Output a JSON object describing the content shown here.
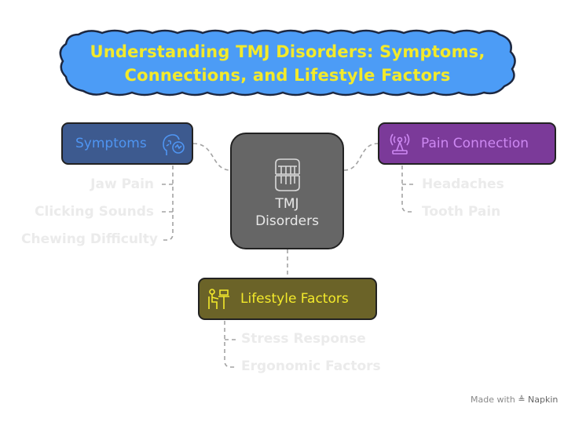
{
  "title": {
    "line1": "Understanding TMJ Disorders: Symptoms,",
    "line2": "Connections, and Lifestyle Factors"
  },
  "center": {
    "line1": "TMJ",
    "line2": "Disorders",
    "icon": "teeth-icon"
  },
  "branches": {
    "symptoms": {
      "label": "Symptoms",
      "icon": "head-pain-icon",
      "color": "#3d5a8f",
      "items": [
        "Jaw Pain",
        "Clicking Sounds",
        "Chewing Difficulty"
      ]
    },
    "pain": {
      "label": "Pain Connection",
      "icon": "signal-tower-icon",
      "color": "#7b3a99",
      "items": [
        "Headaches",
        "Tooth Pain"
      ]
    },
    "lifestyle": {
      "label": "Lifestyle Factors",
      "icon": "person-at-desk-icon",
      "color": "#6b6328",
      "items": [
        "Stress Response",
        "Ergonomic Factors"
      ]
    }
  },
  "footer": {
    "made_with": "Made with",
    "brand": "Napkin"
  }
}
